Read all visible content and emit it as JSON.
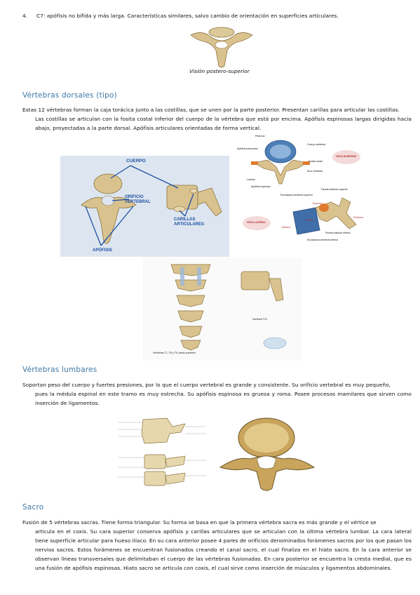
{
  "item4": {
    "number": "4.",
    "text": "C7: apófisis no bífida y más larga. Características similares, salvo cambio de orientación en superficies articulares.",
    "caption": "Visión postero-superior"
  },
  "dorsal": {
    "heading": "Vértebras dorsales (tipo)",
    "paragraph_first": "Estas 12 vértebras forman la caja torácica junto a las costillas, que se unen por la parte posterior. Presentan carillas para articular las costillas.",
    "paragraph_rest": "Las costillas se articulan con la fosita costal inferior del cuerpo de la vértebra que está por encima. Apófisis espinosas largas dirigidas hacia abajo, proyectadas a la parte dorsal. Apófisis articulares orientadas de forma vertical.",
    "fig1_labels": {
      "body": "CUERPO",
      "foramen_1": "ORIFICIO",
      "foramen_2": "VERTEBRAL",
      "facets_1": "CARILLAS",
      "facets_2": "ARTICULARES",
      "processes": "APÓFISIS"
    },
    "fig2_labels": {
      "pedicle": "Pedículo",
      "body": "Cuerpo vertebral",
      "transverse": "Apófisis transversa",
      "costal_facet": "Fosita costal",
      "arch": "Arco vertebral",
      "lamina": "Lamina",
      "spinous": "Apófisis espinosa",
      "superior_view": "VISTA SUPERIOR",
      "lateral_view": "VISTA LATERAL",
      "sup_facet": "Escotadura vertebral superior",
      "art_facet": "Faceta articular superior",
      "inf_facet": "Escotadura vertebral inferior",
      "inf_art": "Faceta articular inferior",
      "anterior": "Anterior",
      "posterior": "Posterior",
      "superior": "Superior",
      "inferior": "Inferior"
    },
    "fig3_caption": "Vértebras T1, T6 y T9: visión posterior",
    "fig3_label": "Vértebra T12"
  },
  "lumbar": {
    "heading": "Vértebras lumbares",
    "paragraph_first": "Soportan peso del cuerpo y fuertes presiones, por lo que el cuerpo vertebral es grande y consistente. Su orificio vertebral es muy pequeño,",
    "paragraph_rest": "pues la médula espinal en este tramo es muy estrecha. Su apófisis espinosa es gruesa y roma. Posee procesos mamilares que sirven como inserción de ligamentos."
  },
  "sacro": {
    "heading": "Sacro",
    "paragraph_first": "Fusión de 5 vértebras sacras. Tiene forma triangular. Su forma se basa en que la primera vértebra sacra es más grande y el vértice se",
    "paragraph_rest": "articula en el coxis. Su cara superior conserva apófisis y carillas articulares que se articulan con la última vértebra lumbar. La cara lateral tiene superficie articular para hueso ilíaco. En su cara anterior posee 4 pares de orificios denominados forámenes sacros por los que pasan los nervios sacros. Estos forámenes se encuentran fusionados creando el canal sacro, el cual finaliza en el hiato sacro. En la cara anterior se observan líneas transversales que delimitaban el cuerpo de las vértebras fusionadas. En cara posterior se encuentra la cresta medial, que es una fusión de apófisis espinosas. Hiato sacro se articula con coxis, el cual sirve como inserción de músculos y ligamentos abdominales."
  },
  "colors": {
    "heading": "#3c77a6",
    "bone": "#d9c28e",
    "bone_dark": "#a88a4c",
    "panel": "#dde6f0",
    "label_blue": "#1d4fa3"
  }
}
